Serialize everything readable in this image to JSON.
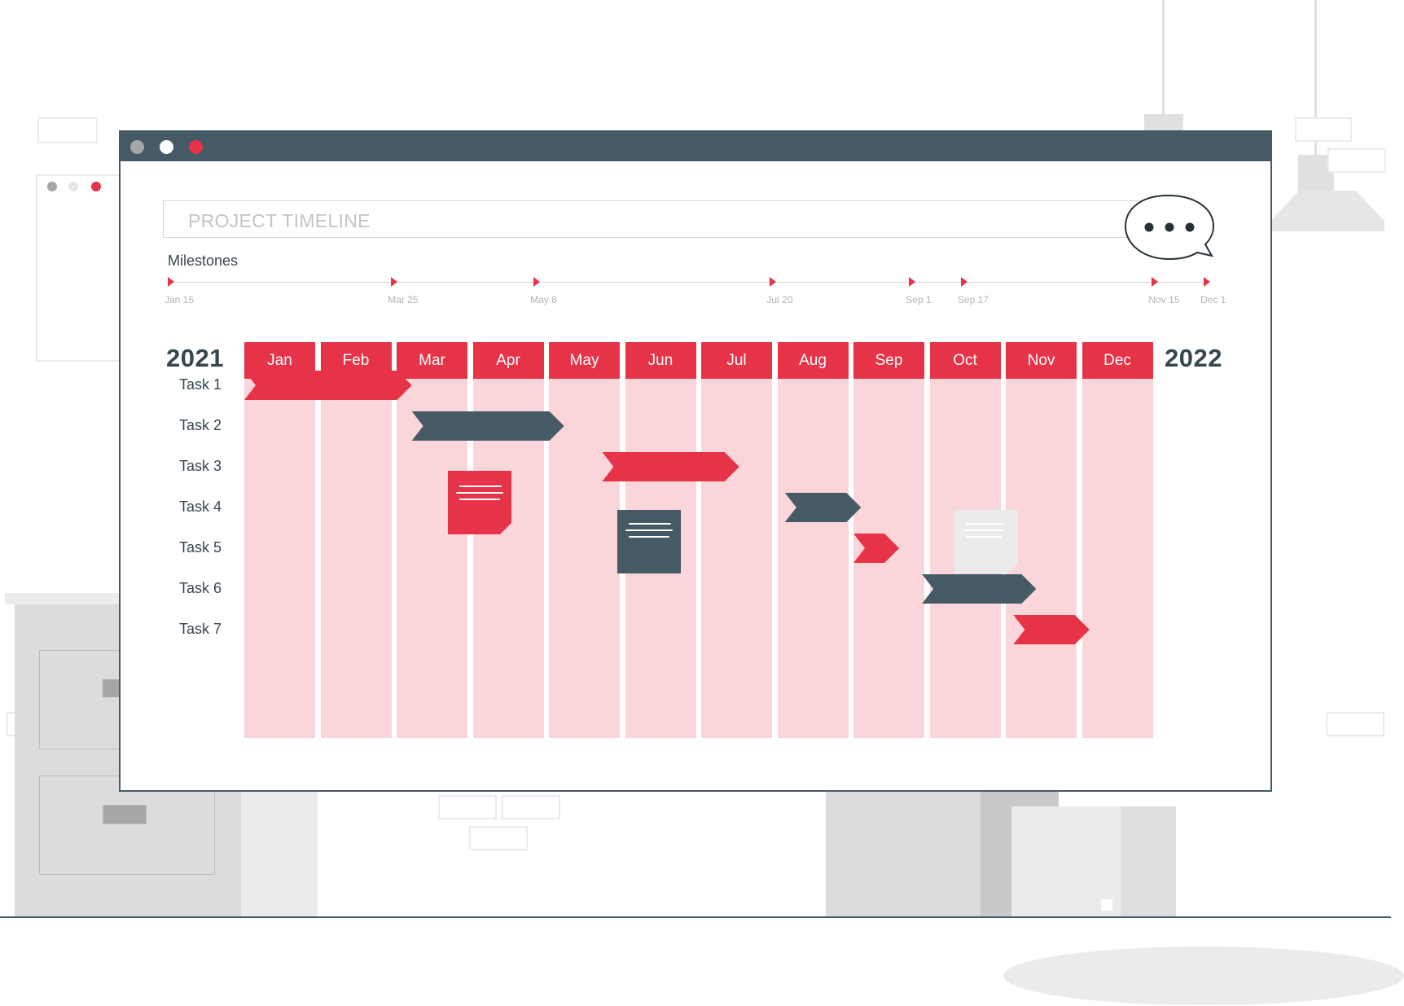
{
  "header": {
    "title": "PROJECT TIMELINE"
  },
  "milestones": {
    "label": "Milestones",
    "items": [
      {
        "date": "Jan 15"
      },
      {
        "date": "Mar 25"
      },
      {
        "date": "May 8"
      },
      {
        "date": "Jul 20"
      },
      {
        "date": "Sep 1"
      },
      {
        "date": "Sep 17"
      },
      {
        "date": "Nov 15"
      },
      {
        "date": "Dec 1"
      }
    ]
  },
  "timeline": {
    "start_year": "2021",
    "end_year": "2022",
    "months": [
      "Jan",
      "Feb",
      "Mar",
      "Apr",
      "May",
      "Jun",
      "Jul",
      "Aug",
      "Sep",
      "Oct",
      "Nov",
      "Dec"
    ],
    "tasks": [
      {
        "label": "Task 1",
        "start_month": 0.0,
        "end_month": 2.2,
        "color": "red"
      },
      {
        "label": "Task 2",
        "start_month": 2.2,
        "end_month": 4.2,
        "color": "dark"
      },
      {
        "label": "Task 3",
        "start_month": 4.7,
        "end_month": 6.5,
        "color": "red"
      },
      {
        "label": "Task 4",
        "start_month": 7.1,
        "end_month": 8.1,
        "color": "dark"
      },
      {
        "label": "Task 5",
        "start_month": 8.0,
        "end_month": 8.6,
        "color": "red"
      },
      {
        "label": "Task 6",
        "start_month": 8.9,
        "end_month": 10.4,
        "color": "dark"
      },
      {
        "label": "Task 7",
        "start_month": 10.1,
        "end_month": 11.1,
        "color": "red"
      }
    ]
  },
  "colors": {
    "accent": "#e63348",
    "dark": "#455a64",
    "light_pink": "#fad6da",
    "note_gray": "#ebebeb"
  },
  "icons": {
    "chat": "speech-bubble-icon",
    "window_controls": [
      "minimize-dot-icon",
      "maximize-dot-icon",
      "close-dot-icon"
    ]
  }
}
